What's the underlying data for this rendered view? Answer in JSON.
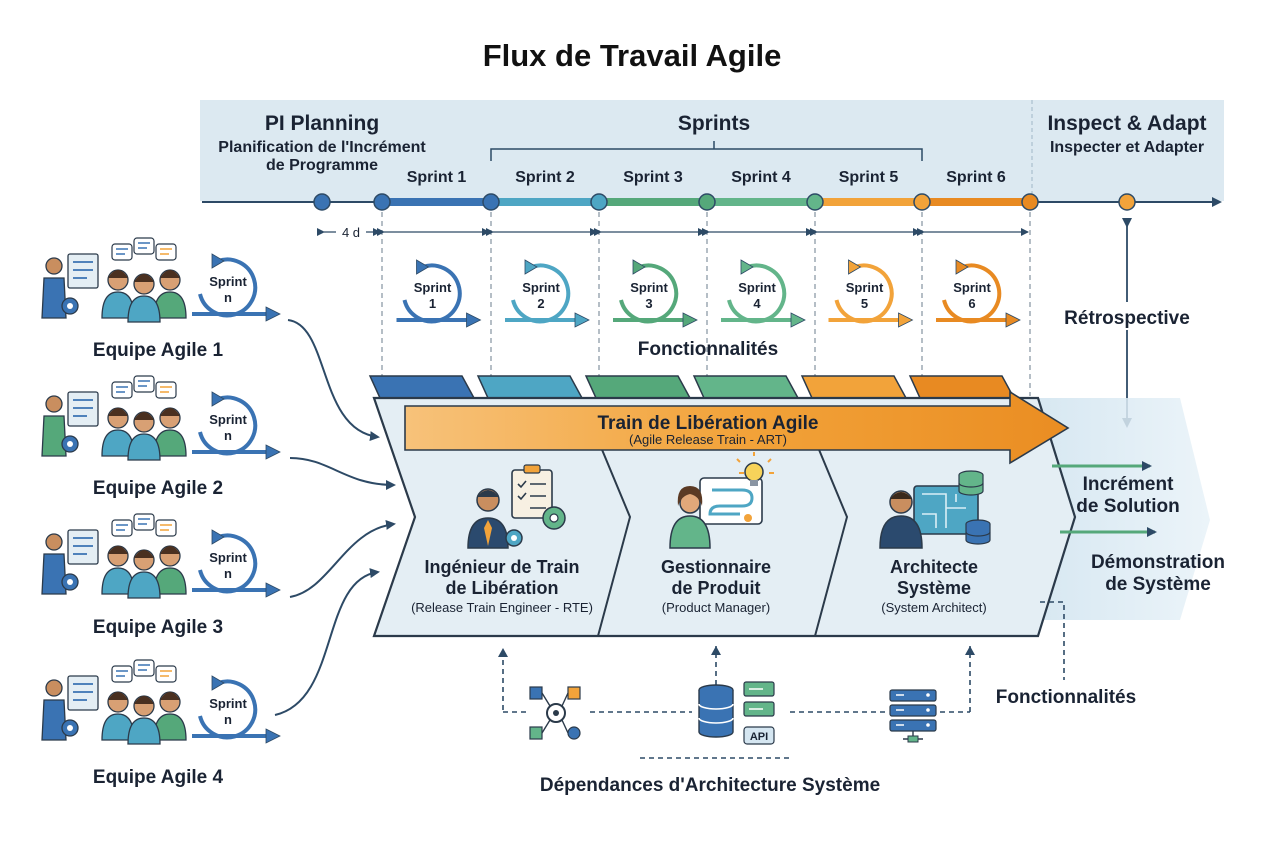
{
  "title": "Flux de Travail Agile",
  "colors": {
    "band": "#dce9f1",
    "ink": "#1a2333",
    "line": "#2d4a66",
    "blue": "#3a73b3",
    "teal": "#4ea6c4",
    "green": "#55a87a",
    "green2": "#63b58a",
    "orange": "#f2a33a",
    "orange2": "#e88a22",
    "art_fill": "#e4eef4",
    "dark": "#2b3a4a"
  },
  "timeline": {
    "pi_planning_title": "PI Planning",
    "pi_planning_sub_1": "Planification de l'Incrément",
    "pi_planning_sub_2": "de Programme",
    "sprints_title": "Sprints",
    "inspect_title": "Inspect & Adapt",
    "inspect_sub": "Inspecter et Adapter",
    "duration_label": "4 d",
    "sprints": [
      "Sprint 1",
      "Sprint 2",
      "Sprint 3",
      "Sprint 4",
      "Sprint 5",
      "Sprint 6"
    ]
  },
  "sprint_cycles": [
    {
      "word": "Sprint",
      "num": "1"
    },
    {
      "word": "Sprint",
      "num": "2"
    },
    {
      "word": "Sprint",
      "num": "3"
    },
    {
      "word": "Sprint",
      "num": "4"
    },
    {
      "word": "Sprint",
      "num": "5"
    },
    {
      "word": "Sprint",
      "num": "6"
    }
  ],
  "features_label": "Fonctionnalités",
  "retrospective_label": "Rétrospective",
  "teams": [
    {
      "name": "Equipe Agile 1",
      "cycle_word": "Sprint",
      "cycle_num": "n"
    },
    {
      "name": "Equipe Agile 2",
      "cycle_word": "Sprint",
      "cycle_num": "n"
    },
    {
      "name": "Equipe Agile 3",
      "cycle_word": "Sprint",
      "cycle_num": "n"
    },
    {
      "name": "Equipe Agile 4",
      "cycle_word": "Sprint",
      "cycle_num": "n"
    }
  ],
  "art": {
    "title": "Train de Libération Agile",
    "subtitle": "(Agile Release Train - ART)"
  },
  "roles": [
    {
      "line1": "Ingénieur de Train",
      "line2": "de Libération",
      "sub": "(Release Train Engineer - RTE)"
    },
    {
      "line1": "Gestionnaire",
      "line2": "de Produit",
      "sub": "(Product Manager)"
    },
    {
      "line1": "Architecte",
      "line2": "Système",
      "sub": "(System Architect)"
    }
  ],
  "outputs": {
    "increment_1": "Incrément",
    "increment_2": "de Solution",
    "demo_1": "Démonstration",
    "demo_2": "de Système",
    "features_bottom": "Fonctionnalités"
  },
  "dependencies": {
    "label": "Dépendances d'Architecture Système",
    "api_label": "API"
  }
}
